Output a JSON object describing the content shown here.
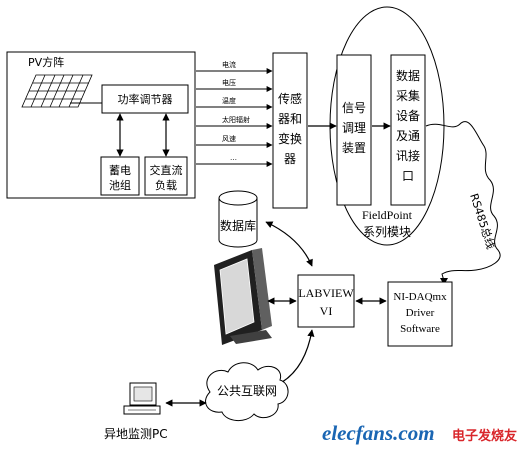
{
  "pv_array": {
    "label": "PV方阵",
    "power_regulator": "功率调节器",
    "battery": [
      "蓄电",
      "池组"
    ],
    "ac_dc_load": [
      "交直流",
      "负载"
    ]
  },
  "signals": [
    "电流",
    "电压",
    "温度",
    "太阳辐射",
    "风速",
    "…"
  ],
  "sensor_converter": [
    "传感",
    "器和",
    "变换",
    "器"
  ],
  "fieldpoint": {
    "signal_conditioning": [
      "信号",
      "调理",
      "装置"
    ],
    "daq_comm": [
      "数据",
      "采集",
      "设备",
      "及通",
      "讯接",
      "口"
    ],
    "label_en": "FieldPoint",
    "label_cn": "系列模块"
  },
  "rs485_bus": "RS485总线",
  "database": "数据库",
  "labview_vi": [
    "LABVIEW",
    "VI"
  ],
  "ni_daqmx": [
    "NI-DAQmx",
    "Driver",
    "Software"
  ],
  "internet": "公共互联网",
  "remote_pc": "异地监测PC",
  "watermark": {
    "site": "elecfans.com",
    "brand": "电子发烧友",
    "colors": {
      "blue": "#1a66b3",
      "red": "#d9262b"
    }
  }
}
